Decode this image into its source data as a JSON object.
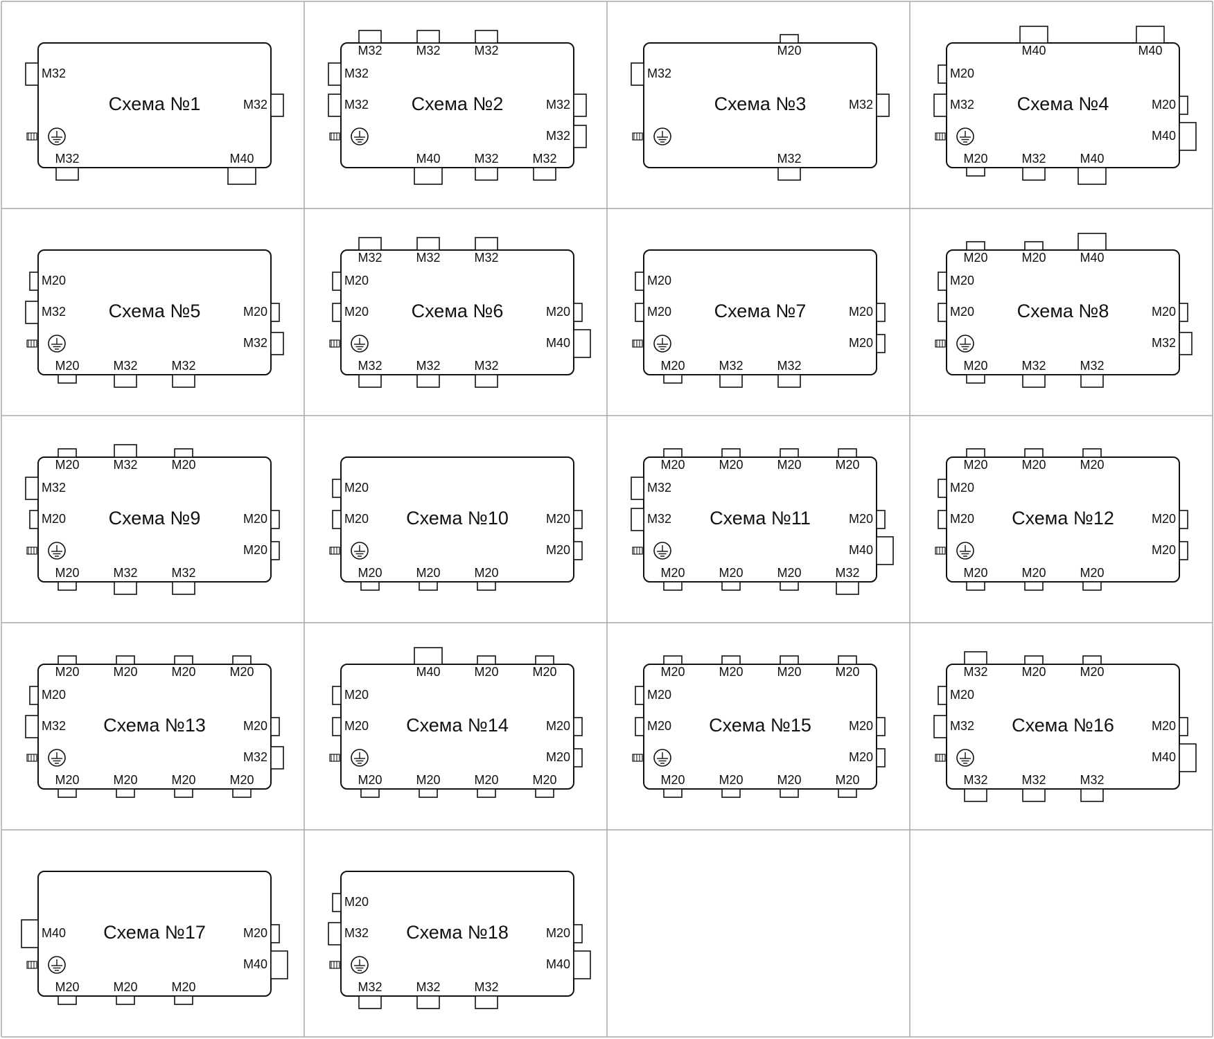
{
  "colors": {
    "line": "#111111",
    "grid": "#a8a8a8",
    "background": "#ffffff"
  },
  "ground_icon": "ground-terminal-icon",
  "schemes": [
    {
      "title": "Схема №1",
      "left": [
        "M32"
      ],
      "right": [
        "M32"
      ],
      "top": [],
      "bottom": [
        "M32",
        "",
        "",
        "M40"
      ]
    },
    {
      "title": "Схема №2",
      "left": [
        "M32",
        "M32"
      ],
      "right": [
        "M32",
        "M32"
      ],
      "top": [
        "M32",
        "M32",
        "M32"
      ],
      "bottom": [
        "",
        "M40",
        "M32",
        "M32"
      ]
    },
    {
      "title": "Схема №3",
      "left": [
        "M32"
      ],
      "right": [
        "M32"
      ],
      "top": [
        "",
        "",
        "M20"
      ],
      "bottom": [
        "",
        "",
        "M32"
      ]
    },
    {
      "title": "Схема №4",
      "left": [
        "M20",
        "M32"
      ],
      "right": [
        "M20",
        "M40"
      ],
      "top": [
        "",
        "M40",
        "",
        "M40"
      ],
      "bottom": [
        "M20",
        "M32",
        "M40"
      ]
    },
    {
      "title": "Схема №5",
      "left": [
        "M20",
        "M32"
      ],
      "right": [
        "M20",
        "M32"
      ],
      "top": [],
      "bottom": [
        "M20",
        "M32",
        "M32"
      ]
    },
    {
      "title": "Схема №6",
      "left": [
        "M20",
        "M20"
      ],
      "right": [
        "M20",
        "M40"
      ],
      "top": [
        "M32",
        "M32",
        "M32"
      ],
      "bottom": [
        "M32",
        "M32",
        "M32"
      ]
    },
    {
      "title": "Схема №7",
      "left": [
        "M20",
        "M20"
      ],
      "right": [
        "M20",
        "M20"
      ],
      "top": [],
      "bottom": [
        "M20",
        "M32",
        "M32"
      ]
    },
    {
      "title": "Схема №8",
      "left": [
        "M20",
        "M20"
      ],
      "right": [
        "M20",
        "M32"
      ],
      "top": [
        "M20",
        "M20",
        "M40"
      ],
      "bottom": [
        "M20",
        "M32",
        "M32"
      ]
    },
    {
      "title": "Схема №9",
      "left": [
        "M32",
        "M20"
      ],
      "right": [
        "M20",
        "M20"
      ],
      "top": [
        "M20",
        "M32",
        "M20"
      ],
      "bottom": [
        "M20",
        "M32",
        "M32"
      ]
    },
    {
      "title": "Схема №10",
      "left": [
        "M20",
        "M20"
      ],
      "right": [
        "M20",
        "M20"
      ],
      "top": [],
      "bottom": [
        "M20",
        "M20",
        "M20"
      ]
    },
    {
      "title": "Схема №11",
      "left": [
        "M32",
        "M32"
      ],
      "right": [
        "M20",
        "M40"
      ],
      "top": [
        "M20",
        "M20",
        "M20",
        "M20"
      ],
      "bottom": [
        "M20",
        "M20",
        "M20",
        "M32"
      ]
    },
    {
      "title": "Схема №12",
      "left": [
        "M20",
        "M20"
      ],
      "right": [
        "M20",
        "M20"
      ],
      "top": [
        "M20",
        "M20",
        "M20"
      ],
      "bottom": [
        "M20",
        "M20",
        "M20"
      ]
    },
    {
      "title": "Схема №13",
      "left": [
        "M20",
        "M32"
      ],
      "right": [
        "M20",
        "M32"
      ],
      "top": [
        "M20",
        "M20",
        "M20",
        "M20"
      ],
      "bottom": [
        "M20",
        "M20",
        "M20",
        "M20"
      ]
    },
    {
      "title": "Схема №14",
      "left": [
        "M20",
        "M20"
      ],
      "right": [
        "M20",
        "M20"
      ],
      "top": [
        "",
        "M40",
        "M20",
        "M20"
      ],
      "bottom": [
        "M20",
        "M20",
        "M20",
        "M20"
      ]
    },
    {
      "title": "Схема №15",
      "left": [
        "M20",
        "M20"
      ],
      "right": [
        "M20",
        "M20"
      ],
      "top": [
        "M20",
        "M20",
        "M20",
        "M20"
      ],
      "bottom": [
        "M20",
        "M20",
        "M20",
        "M20"
      ]
    },
    {
      "title": "Схема №16",
      "left": [
        "M20",
        "M32"
      ],
      "right": [
        "M20",
        "M40"
      ],
      "top": [
        "M32",
        "M20",
        "M20"
      ],
      "bottom": [
        "M32",
        "M32",
        "M32"
      ]
    },
    {
      "title": "Схема №17",
      "left": [
        "",
        "M40"
      ],
      "right": [
        "M20",
        "M40"
      ],
      "top": [],
      "bottom": [
        "M20",
        "M20",
        "M20"
      ]
    },
    {
      "title": "Схема №18",
      "left": [
        "M20",
        "M32"
      ],
      "right": [
        "M20",
        "M40"
      ],
      "top": [],
      "bottom": [
        "M32",
        "M32",
        "M32"
      ]
    }
  ]
}
